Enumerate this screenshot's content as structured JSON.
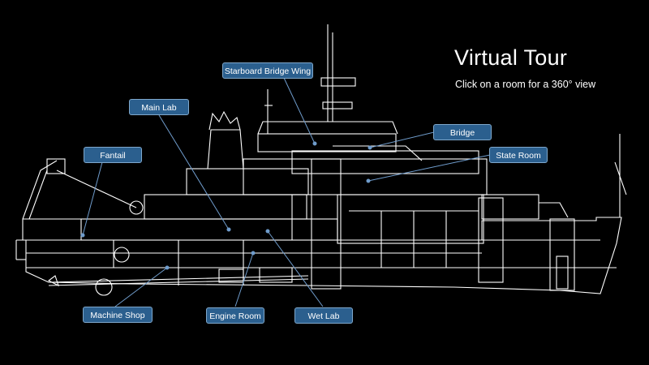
{
  "header": {
    "title": "Virtual Tour",
    "subtitle": "Click on a room for a 360° view"
  },
  "rooms": {
    "starboard_bridge_wing": "Starboard Bridge Wing",
    "main_lab": "Main Lab",
    "bridge": "Bridge",
    "state_room": "State Room",
    "fantail": "Fantail",
    "machine_shop": "Machine Shop",
    "engine_room": "Engine Room",
    "wet_lab": "Wet Lab"
  },
  "colors": {
    "background": "#000000",
    "button": "#2b5f8e",
    "button_border": "#7fa8cc",
    "lines": "#ffffff",
    "pointer": "#6f9ccc"
  }
}
